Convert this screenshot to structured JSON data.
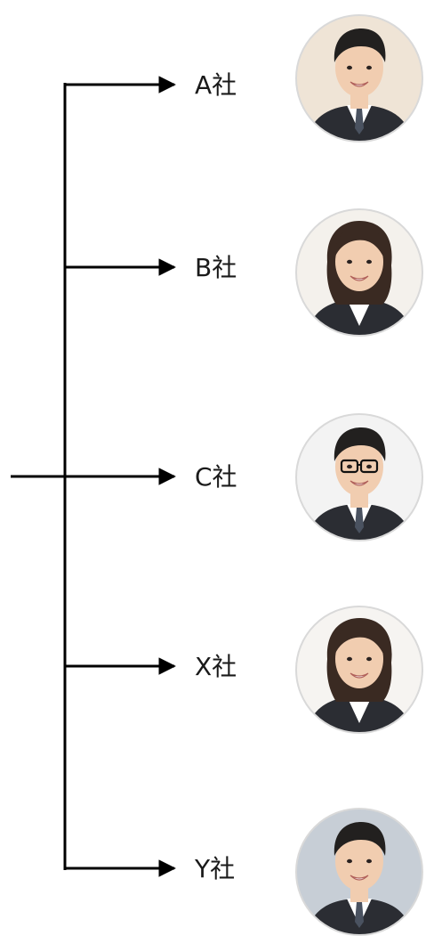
{
  "companies": [
    {
      "label": "A社",
      "person": "man-in-suit-photo",
      "gender": "male",
      "glasses": false,
      "bg": "#efe4d6"
    },
    {
      "label": "B社",
      "person": "woman-in-suit-photo",
      "gender": "female",
      "glasses": false,
      "bg": "#f4f1ec"
    },
    {
      "label": "C社",
      "person": "man-with-glasses-photo",
      "gender": "male",
      "glasses": true,
      "bg": "#f3f3f3"
    },
    {
      "label": "X社",
      "person": "woman-in-suit-photo",
      "gender": "female",
      "glasses": false,
      "bg": "#f6f4f1"
    },
    {
      "label": "Y社",
      "person": "smiling-man-photo",
      "gender": "male",
      "glasses": false,
      "bg": "#c7ced6"
    }
  ],
  "colors": {
    "line": "#000000",
    "text": "#1a1a1a",
    "avatar_border": "#d9d9d9",
    "skin": "#f1cdb0",
    "hair": "#22201f",
    "suit": "#2b2d33",
    "shirt": "#ffffff"
  }
}
